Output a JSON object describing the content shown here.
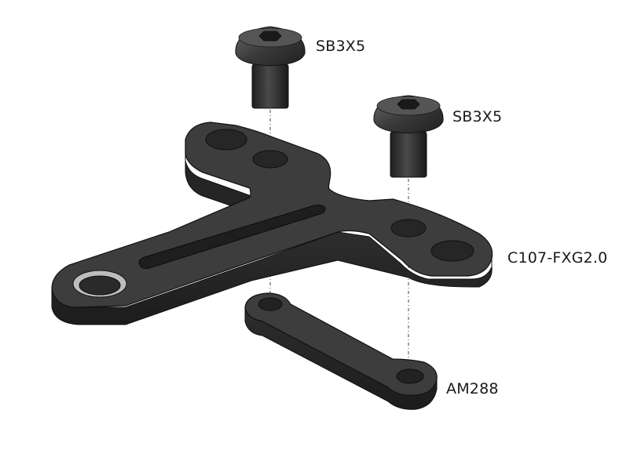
{
  "labels": {
    "screw_1": "SB3X5",
    "screw_2": "SB3X5",
    "bracket": "C107-FXG2.0",
    "link": "AM288"
  },
  "colors": {
    "part_top": "#3b3b3b",
    "part_side": "#262626",
    "part_edge": "#111111",
    "axis_line": "#444444",
    "background": "#ffffff"
  }
}
